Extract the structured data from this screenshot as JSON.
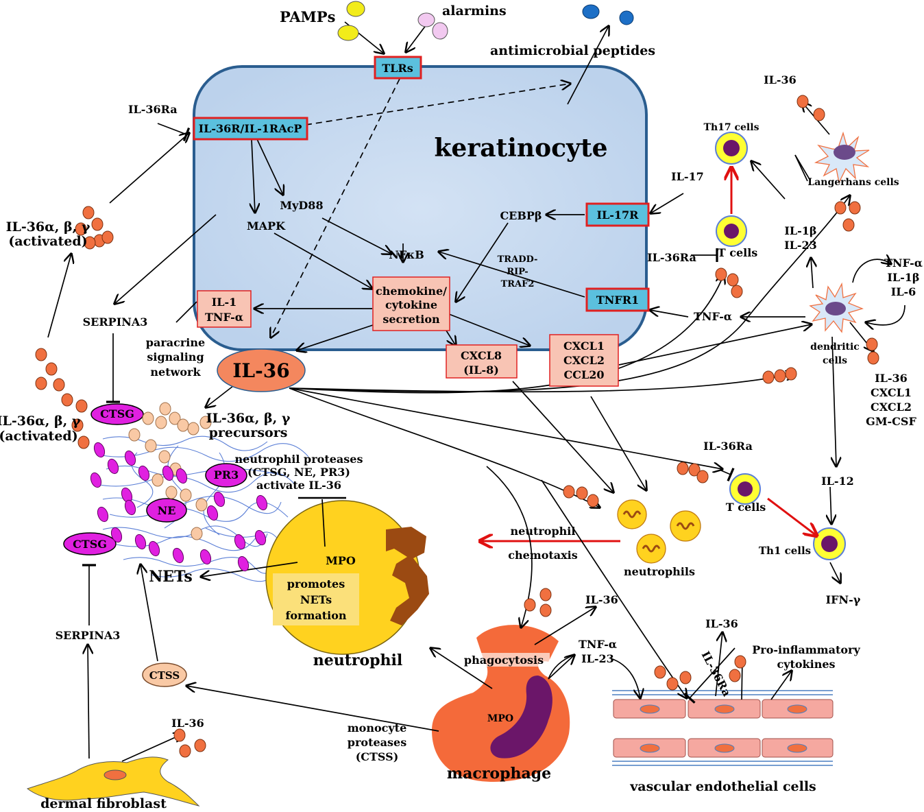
{
  "labels": {
    "pamps": "PAMPs",
    "alarmins": "alarmins",
    "amp": "antimicrobial peptides",
    "tlrs": "TLRs",
    "il36r": "IL-36R/IL-1RAcP",
    "keratinocyte": "keratinocyte",
    "il36ra_left": "IL-36Ra",
    "il36abg_act_top_1": "IL-36α, β, γ",
    "il36abg_act_top_2": "(activated)",
    "mapk": "MAPK",
    "myd88": "MyD88",
    "nfkb": "NFκB",
    "cebpb": "CEBPβ",
    "il17r": "IL-17R",
    "tnfr1": "TNFR1",
    "tradd_1": "TRADD-",
    "tradd_2": "RIP-",
    "tradd_3": "TRAF2",
    "chemo_1": "chemokine/",
    "chemo_2": "cytokine",
    "chemo_3": "secretion",
    "il1_1": "IL-1",
    "il1_2": "TNF-α",
    "paracrine_1": "paracrine",
    "paracrine_2": "signaling",
    "paracrine_3": "network",
    "serpina3_top": "SERPINA3",
    "il36_center": "IL-36",
    "cxcl8_1": "CXCL8",
    "cxcl8_2": "(IL-8)",
    "cxcl1_1": "CXCL1",
    "cxcl1_2": "CXCL2",
    "cxcl1_3": "CCL20",
    "th17": "Th17 cells",
    "il17": "IL-17",
    "tcells_top": "T cells",
    "il36ra_t": "IL-36Ra",
    "il1b_1": "IL-1β",
    "il1b_2": "IL-23",
    "il36_lc": "IL-36",
    "langerhans": "Langerhans cells",
    "dc_out_1": "TNF-α",
    "dc_out_2": "IL-1β",
    "dc_out_3": "IL-6",
    "tnfa": "TNF-α",
    "dendritic_1": "dendritic",
    "dendritic_2": "cells",
    "dc_sec_1": "IL-36",
    "dc_sec_2": "CXCL1",
    "dc_sec_3": "CXCL2",
    "dc_sec_4": "GM-CSF",
    "il36abg_act_bot_1": "IL-36α, β, γ",
    "il36abg_act_bot_2": "(activated)",
    "ctsg": "CTSG",
    "precursors_1": "IL-36α, β, γ",
    "precursors_2": "precursors",
    "np_1": "neutrophil proteases",
    "np_2": "(CTSG, NE, PR3)",
    "np_3": "activate IL-36",
    "pr3": "PR3",
    "ne": "NE",
    "il36ra_mid": "IL-36Ra",
    "tcells_mid": "T cells",
    "il12": "IL-12",
    "th1": "Th1 cells",
    "ifng": "IFN-γ",
    "neutrophil_chemo_1": "neutrophil",
    "neutrophil_chemo_2": "chemotaxis",
    "neutrophils": "neutrophils",
    "mpo_neut": "MPO",
    "nets": "NETs",
    "promotes_1": "promotes",
    "promotes_2": "NETs",
    "promotes_3": "formation",
    "neutrophil": "neutrophil",
    "ctsg_low": "CTSG",
    "serpina3_low": "SERPINA3",
    "ctss": "CTSS",
    "il36_fib": "IL-36",
    "dermal": "dermal fibroblast",
    "monocyte_1": "monocyte",
    "monocyte_2": "proteases",
    "monocyte_3": "(CTSS)",
    "phagocytosis": "phagocytosis",
    "il36_mac": "IL-36",
    "mac_out_1": "TNF-α",
    "mac_out_2": "IL-23",
    "mpo_mac": "MPO",
    "macrophage": "macrophage",
    "il36_vasc": "IL-36",
    "il36ra_vasc": "IL-36Ra",
    "proinf_1": "Pro-inflammatory",
    "proinf_2": "cytokines",
    "vascular": "vascular endothelial cells"
  },
  "colors": {
    "keratinocyte": "#c6d9f0",
    "keratinocyte_border": "#2a5d8f",
    "receptor_fill": "#5bc0de",
    "receptor_border": "#e02020",
    "cytokine_box": "#f8c4b4",
    "il36_dot": "#f07040",
    "precursor_dot": "#f9c9a5",
    "protease": "#e020e0",
    "neutrophil": "#ffd21f",
    "nucleus_brown": "#9b4a12",
    "macrophage": "#f46a3a",
    "nucleus_purple": "#6b1669",
    "tcell_yellow": "#ffff33",
    "endothelial": "#f5a8a0",
    "red_arrow": "#e01010"
  }
}
